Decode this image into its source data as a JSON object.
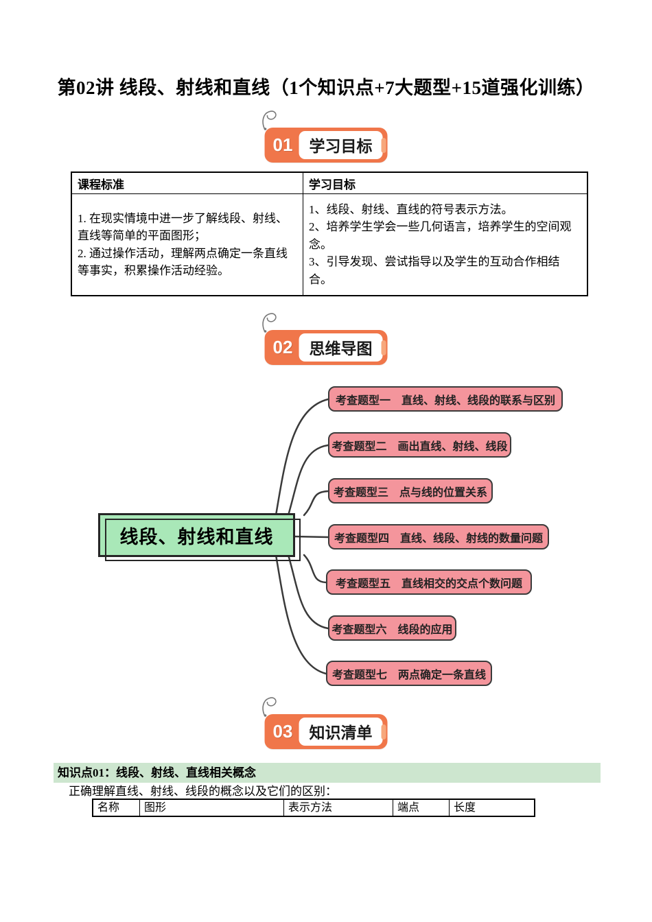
{
  "page": {
    "title": "第02讲 线段、射线和直线（1个知识点+7大题型+15道强化训练）"
  },
  "sections": [
    {
      "number": "01",
      "label": "学习目标"
    },
    {
      "number": "02",
      "label": "思维导图"
    },
    {
      "number": "03",
      "label": "知识清单"
    }
  ],
  "objectives_table": {
    "headers": [
      "课程标准",
      "学习目标"
    ],
    "standards": [
      "1. 在现实情境中进一步了解线段、射线、直线等简单的平面图形；",
      "2. 通过操作活动，理解两点确定一条直线等事实，积累操作活动经验。"
    ],
    "goals": [
      "1、线段、射线、直线的符号表示方法。",
      "2、培养学生学会一些几何语言，培养学生的空间观念。",
      "3、引导发现、尝试指导以及学生的互动合作相结合。"
    ]
  },
  "mindmap": {
    "root": "线段、射线和直线",
    "branches": [
      "考查题型一　直线、射线、线段的联系与区别",
      "考查题型二　画出直线、射线、线段",
      "考查题型三　点与线的位置关系",
      "考查题型四　直线、线段、射线的数量问题",
      "考查题型五　直线相交的交点个数问题",
      "考查题型六　线段的应用",
      "考查题型七　两点确定一条直线"
    ],
    "colors": {
      "root_fill": "#a9e8b8",
      "branch_fill": "#f4959c",
      "connector_line": "#3a3a3a"
    }
  },
  "knowledge": {
    "point_title": "知识点01：线段、射线、直线相关概念",
    "intro": "正确理解直线、射线、线段的概念以及它们的区别：",
    "table_headers": [
      "名称",
      "图形",
      "表示方法",
      "端点",
      "长度"
    ]
  },
  "colors": {
    "badge_orange": "#f0764a",
    "knowledge_bar_green": "#cde6cf"
  }
}
